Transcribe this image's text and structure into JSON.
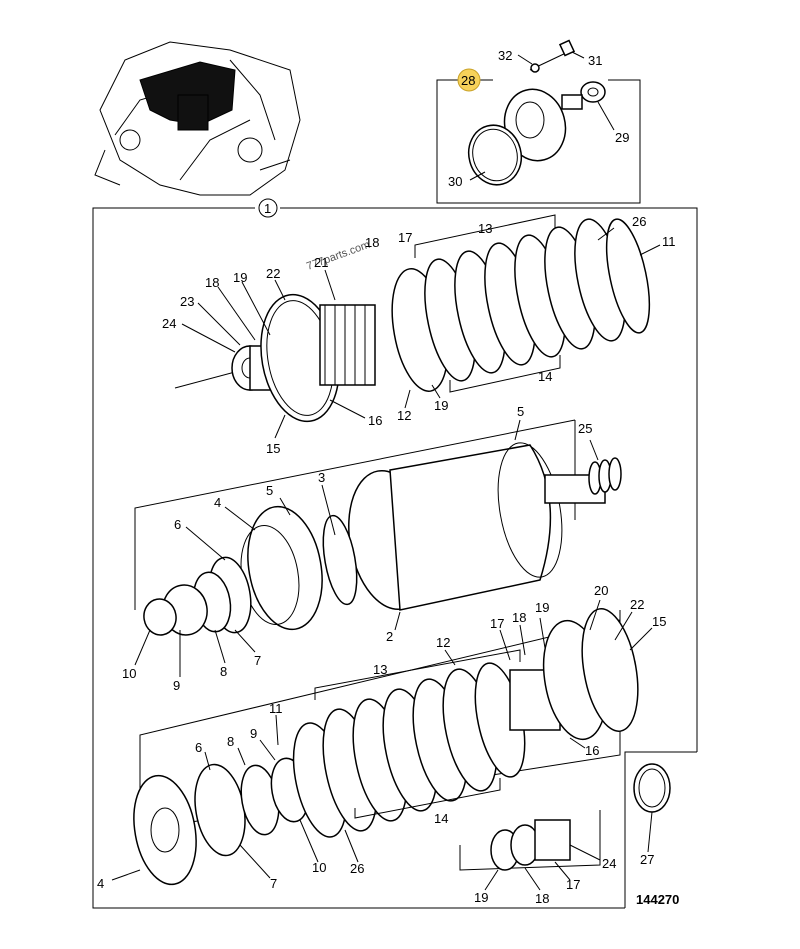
{
  "drawing_number": "144270",
  "watermark": "777parts.com",
  "highlighted_callout": "28",
  "frame_callout": "1",
  "callouts": [
    "32",
    "31",
    "28",
    "29",
    "30",
    "1",
    "18",
    "17",
    "13",
    "26",
    "11",
    "21",
    "22",
    "19",
    "18",
    "23",
    "24",
    "12",
    "19",
    "14",
    "16",
    "15",
    "5",
    "25",
    "3",
    "5",
    "4",
    "6",
    "2",
    "10",
    "9",
    "8",
    "7",
    "12",
    "18",
    "19",
    "20",
    "22",
    "15",
    "13",
    "17",
    "11",
    "6",
    "8",
    "9",
    "16",
    "14",
    "4",
    "7",
    "10",
    "26",
    "24",
    "19",
    "18",
    "17",
    "27"
  ],
  "colors": {
    "highlight": "#f7d25a",
    "line": "#000000"
  }
}
